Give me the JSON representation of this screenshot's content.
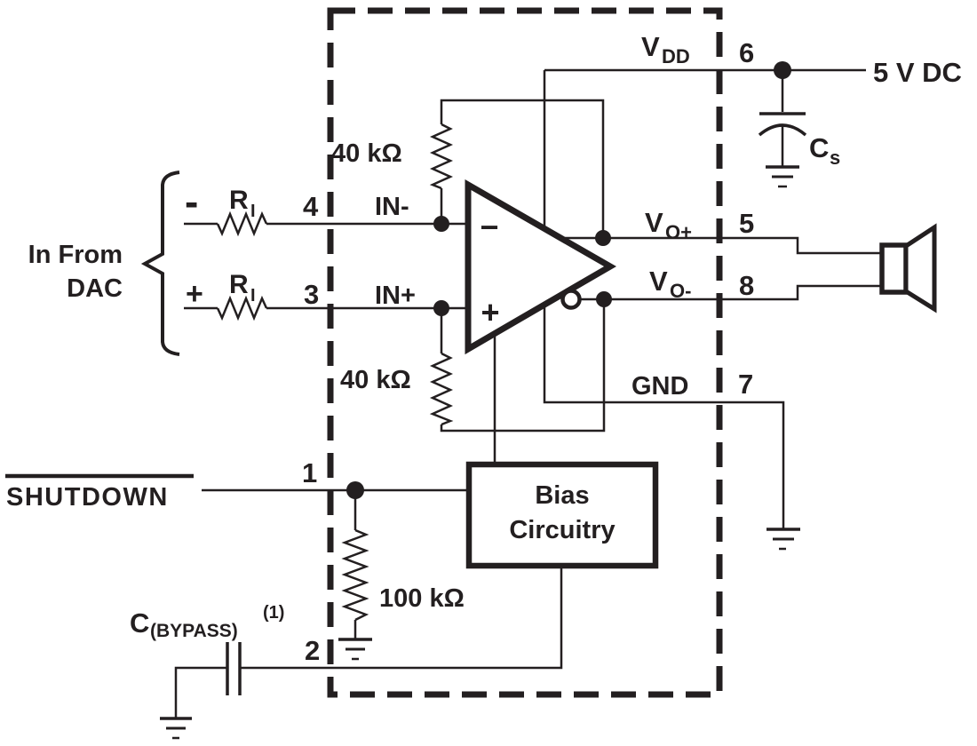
{
  "colors": {
    "ink": "#231f20",
    "background": "#ffffff"
  },
  "input": {
    "source_line1": "In From",
    "source_line2": "DAC",
    "neg_polarity": "-",
    "pos_polarity": "+",
    "r_top_main": "R",
    "r_top_sub": "I",
    "r_bot_main": "R",
    "r_bot_sub": "I"
  },
  "pins": {
    "in_neg_number": "4",
    "in_neg_label": "IN-",
    "in_pos_number": "3",
    "in_pos_label": "IN+",
    "vdd_number": "6",
    "vdd_main": "V",
    "vdd_sub": "DD",
    "vo_pos_number": "5",
    "vo_pos_main": "V",
    "vo_pos_sub": "O+",
    "vo_neg_number": "8",
    "vo_neg_main": "V",
    "vo_neg_sub": "O-",
    "gnd_number": "7",
    "gnd_label": "GND",
    "shutdown_number": "1",
    "bypass_number": "2"
  },
  "components": {
    "feedback_top_value": "40 kΩ",
    "feedback_bottom_value": "40 kΩ",
    "pulldown_value": "100 kΩ",
    "supply_cap_main": "C",
    "supply_cap_sub": "s",
    "bypass_cap_main": "C",
    "bypass_cap_sub": "(BYPASS)",
    "bypass_cap_note": "(1)",
    "bias_line1": "Bias",
    "bias_line2": "Circuitry",
    "opamp_minus": "−",
    "opamp_plus": "+"
  },
  "power": {
    "supply_label": "5 V DC"
  },
  "control": {
    "shutdown_label": "SHUTDOWN"
  }
}
